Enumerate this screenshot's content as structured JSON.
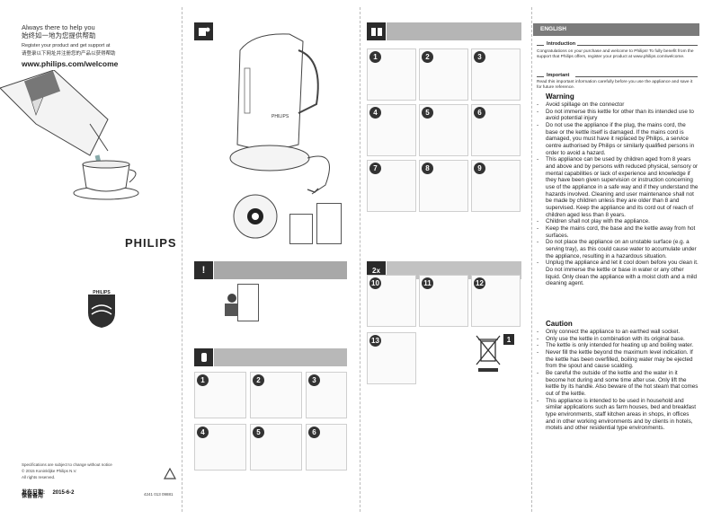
{
  "panel1": {
    "tagline_en": "Always there to help you",
    "tagline_cn": "始终如一地为您提供帮助",
    "register_en": "Register your product and get support at",
    "register_cn": "请登录以下网址并注册您的产品以获得帮助",
    "website": "www.philips.com/welcome",
    "brand": "PHILIPS",
    "spec_note": "Specifications are subject to change without notice",
    "copyright": "© 2015 Koninklijke Philips N.V.",
    "rights": "All rights reserved.",
    "release_label": "发布日期:",
    "release_date": "2015-6-2",
    "keep_label": "保留备用",
    "doc_code": "4241 013 09881"
  },
  "panel2": {
    "kettle_brand": "PHILIPS"
  },
  "panel3": {
    "twice_label": "2x",
    "waste_number": "1",
    "steps_top": [
      "1",
      "2",
      "3",
      "4",
      "5",
      "6",
      "7",
      "8",
      "9"
    ],
    "steps_bottom": [
      "10",
      "11",
      "12",
      "13"
    ]
  },
  "panel2_steps": [
    "1",
    "2",
    "3",
    "4",
    "5",
    "6"
  ],
  "panel4": {
    "language": "ENGLISH",
    "intro_heading": "Introduction",
    "intro_text": "Congratulations on your purchase and welcome to Philips! To fully benefit from the support that Philips offers, register your product at www.philips.com/welcome.",
    "important_heading": "Important",
    "important_text": "Read this important information carefully before you use the appliance and save it for future reference.",
    "warning_heading": "Warning",
    "warnings": [
      "Avoid spillage on the connector",
      "Do not immerse this kettle for other than its intended use to avoid potential injury",
      "Do not use the appliance if the plug, the mains cord, the base or the kettle itself is damaged. If the mains cord is damaged, you must have it replaced by Philips, a service centre authorised by Philips or similarly qualified persons in order to avoid a hazard.",
      "This appliance can be used by children aged from 8 years and above and by persons with reduced physical, sensory or mental capabilities or lack of experience and knowledge if they have been given supervision or instruction concerning use of the appliance in a safe way and if they understand the hazards involved. Cleaning and user maintenance shall not be made by children unless they are older than 8 and supervised. Keep the appliance and its cord out of reach of children aged less than 8 years.",
      "Children shall not play with the appliance.",
      "Keep the mains cord, the base and the kettle away from hot surfaces.",
      "Do not place the appliance on an unstable surface (e.g. a serving tray), as this could cause water to accumulate under the appliance, resulting in a hazardous situation.",
      "Unplug the appliance and let it cool down before you clean it. Do not immerse the kettle or base in water or any other liquid. Only clean the appliance with a moist cloth and a mild cleaning agent."
    ],
    "caution_heading": "Caution",
    "cautions": [
      "Only connect the appliance to an earthed wall socket.",
      "Only use the kettle in combination with its original base.",
      "The kettle is only intended for heating up and boiling water.",
      "Never fill the kettle beyond the maximum level indication. If the kettle has been overfilled, boiling water may be ejected from the spout and cause scalding.",
      "Be careful the outside of the kettle and the water in it become hot during and some time after use. Only lift the kettle by its handle. Also beware of the hot steam that comes out of the kettle.",
      "This appliance is intended to be used in household and similar applications such as farm houses, bed and breakfast type environments, staff kitchen areas in shops, in offices and in other working environments and by clients in hotels, motels and other residential type environments."
    ]
  }
}
